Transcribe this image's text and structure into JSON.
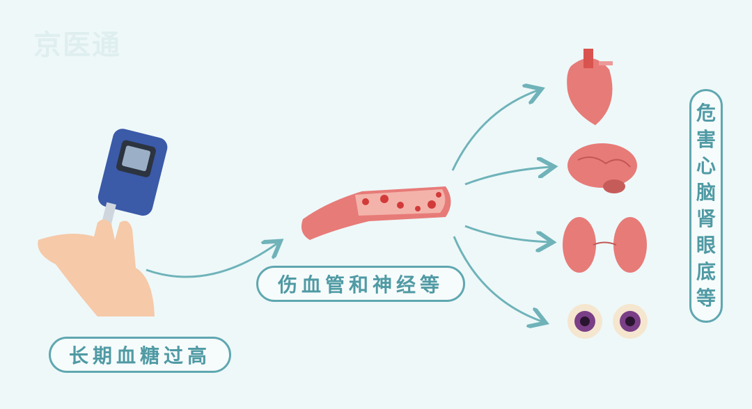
{
  "watermark": "京医通",
  "labels": {
    "cause": "长期血糖过高",
    "damage": "伤血管和神经等",
    "harm": [
      "危",
      "害",
      "心",
      "脑",
      "肾",
      "眼",
      "底",
      "等"
    ]
  },
  "colors": {
    "accent": "#5fa7b0",
    "background": "#eef8f9",
    "organ": "#e77b78"
  }
}
